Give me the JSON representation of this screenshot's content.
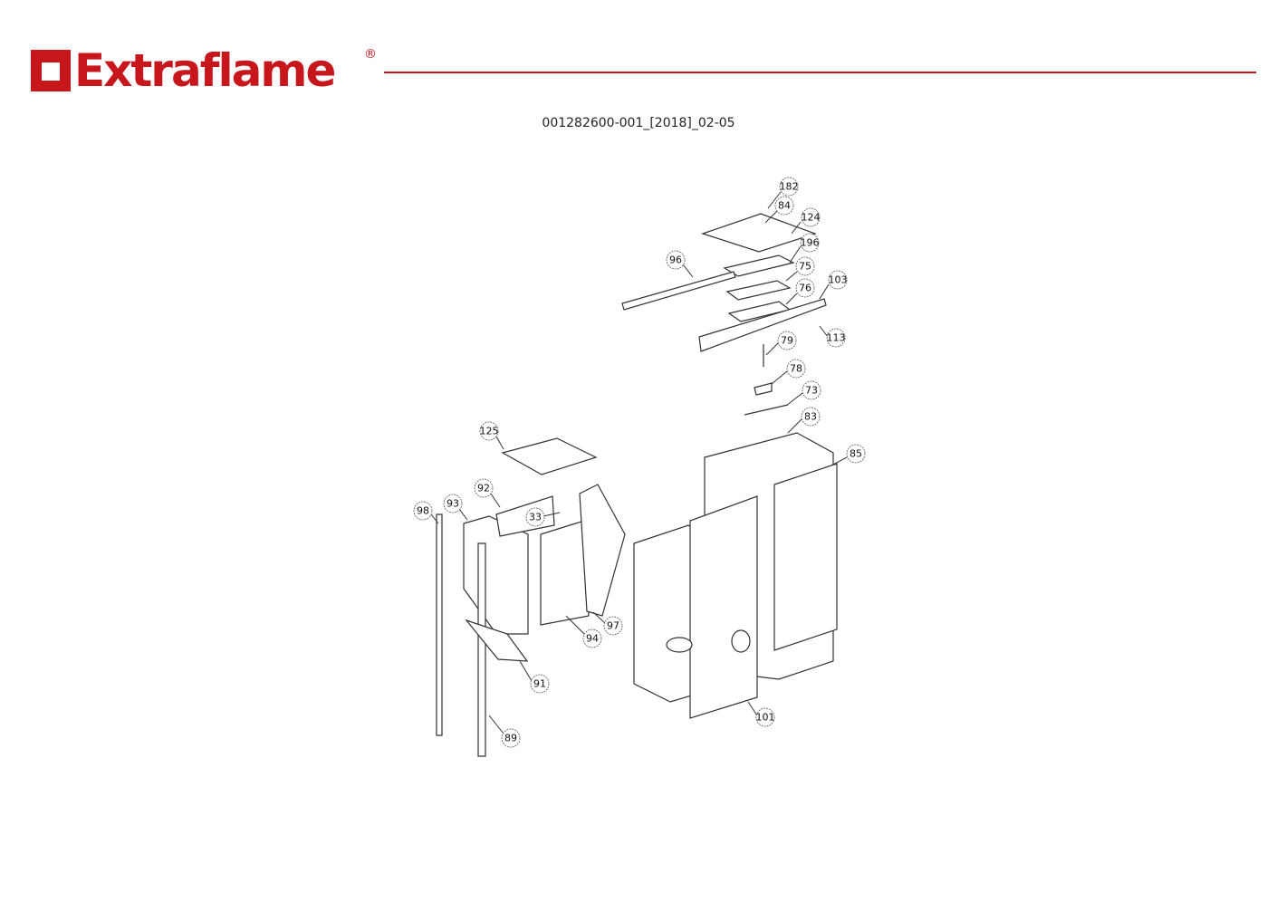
{
  "header": {
    "brand": "Extraflame",
    "registered": "®",
    "doc_id": "001282600-001_[2018]_02-05"
  },
  "callouts": [
    "182",
    "84",
    "124",
    "196",
    "96",
    "75",
    "103",
    "76",
    "113",
    "79",
    "78",
    "73",
    "83",
    "125",
    "85",
    "92",
    "93",
    "98",
    "33",
    "97",
    "94",
    "91",
    "101",
    "89"
  ],
  "colors": {
    "brand": "#c8161d"
  }
}
